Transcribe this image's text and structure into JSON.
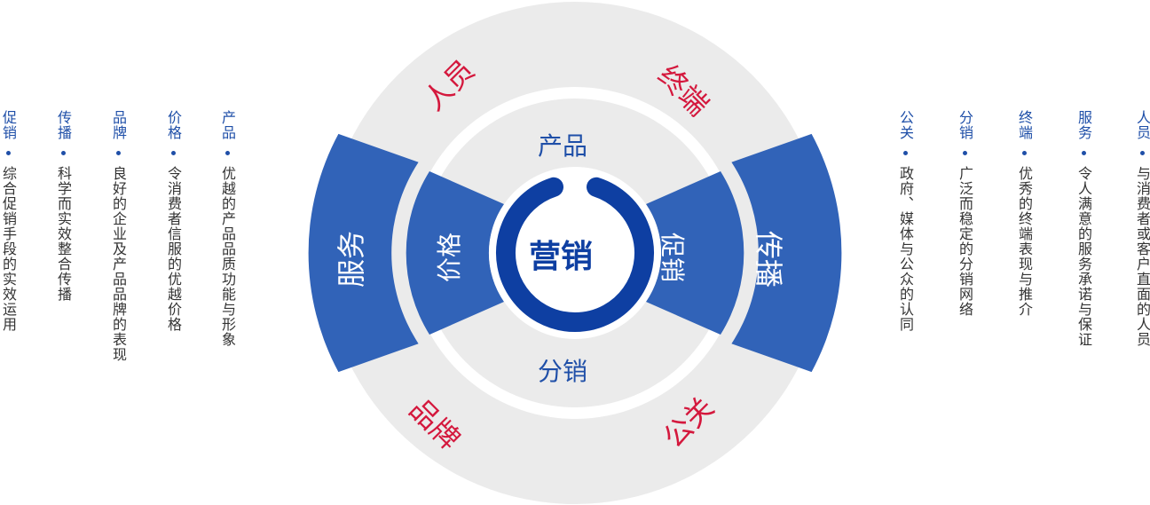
{
  "center": {
    "label": "营销"
  },
  "inner_ring": {
    "top": "产品",
    "bottom": "分销",
    "left": "价格",
    "right": "促销"
  },
  "outer_ring": {
    "left": "服务",
    "right": "传播",
    "top_left": "人员",
    "top_right": "终端",
    "bottom_left": "品牌",
    "bottom_right": "公关"
  },
  "left_columns": [
    {
      "title": "促销",
      "desc": "综合促销手段的实效运用"
    },
    {
      "title": "传播",
      "desc": "科学而实效整合传播"
    },
    {
      "title": "品牌",
      "desc": "良好的企业及产品品牌的表现"
    },
    {
      "title": "价格",
      "desc": "令消费者信服的优越价格"
    },
    {
      "title": "产品",
      "desc": "优越的产品品质功能与形象"
    }
  ],
  "right_columns": [
    {
      "title": "公关",
      "desc": "政府、媒体与公众的认同"
    },
    {
      "title": "分销",
      "desc": "广泛而稳定的分销网络"
    },
    {
      "title": "终端",
      "desc": "优秀的终端表现与推介"
    },
    {
      "title": "服务",
      "desc": "令人满意的服务承诺与保证"
    },
    {
      "title": "人员",
      "desc": "与消费者或客户直面的人员"
    }
  ],
  "colors": {
    "blue": "#3163b8",
    "dark_blue": "#0e3fa2",
    "gray": "#ebebeb",
    "red": "#d4183d",
    "text_blue": "#1f4fa8",
    "text_dark": "#333333"
  }
}
